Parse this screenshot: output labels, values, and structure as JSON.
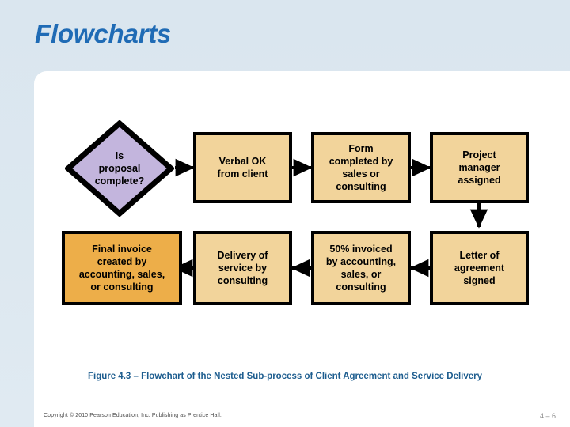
{
  "slide": {
    "title": "Flowcharts",
    "title_color": "#1F6BB5",
    "background_color": "#DCE7EF",
    "panel_color": "#FFFFFF"
  },
  "chart_data": {
    "type": "diagram",
    "subtype": "flowchart",
    "title": "Flowcharts",
    "caption": "Figure 4.3 –  Flowchart of the Nested Sub-process of Client Agreement and Service Delivery",
    "node_fill": "#F2D49B",
    "node_accent_fill": "#EDAE49",
    "decision_fill": "#C3B5DD",
    "border_color": "#000000",
    "nodes": [
      {
        "id": "n1",
        "shape": "diamond",
        "label": "Is\nproposal\ncomplete?",
        "row": 1,
        "col": 1
      },
      {
        "id": "n2",
        "shape": "rect",
        "label": "Verbal OK\nfrom client",
        "row": 1,
        "col": 2
      },
      {
        "id": "n3",
        "shape": "rect",
        "label": "Form\ncompleted by\nsales or\nconsulting",
        "row": 1,
        "col": 3
      },
      {
        "id": "n4",
        "shape": "rect",
        "label": "Project\nmanager\nassigned",
        "row": 1,
        "col": 4
      },
      {
        "id": "n5",
        "shape": "rect",
        "label": "Final invoice\ncreated by\naccounting, sales,\nor consulting",
        "row": 2,
        "col": 1,
        "accent": true
      },
      {
        "id": "n6",
        "shape": "rect",
        "label": "Delivery of\nservice by\nconsulting",
        "row": 2,
        "col": 2
      },
      {
        "id": "n7",
        "shape": "rect",
        "label": "50%  invoiced\nby accounting,\nsales, or\nconsulting",
        "row": 2,
        "col": 3
      },
      {
        "id": "n8",
        "shape": "rect",
        "label": "Letter of\nagreement\nsigned",
        "row": 2,
        "col": 4
      }
    ],
    "edges": [
      {
        "from": "n1",
        "to": "n2",
        "direction": "right"
      },
      {
        "from": "n2",
        "to": "n3",
        "direction": "right"
      },
      {
        "from": "n3",
        "to": "n4",
        "direction": "right"
      },
      {
        "from": "n4",
        "to": "n8",
        "direction": "down"
      },
      {
        "from": "n8",
        "to": "n7",
        "direction": "left"
      },
      {
        "from": "n7",
        "to": "n6",
        "direction": "left"
      },
      {
        "from": "n6",
        "to": "n5",
        "direction": "left"
      }
    ]
  },
  "nodes": {
    "decision": "Is proposal complete?",
    "verbal_ok": "Verbal OK from client",
    "form_completed": "Form completed by sales or consulting",
    "project_manager": "Project manager assigned",
    "final_invoice": "Final invoice created by accounting, sales, or consulting",
    "delivery": "Delivery of service by consulting",
    "fifty_invoiced": "50%  invoiced by accounting, sales, or consulting",
    "letter_agreement": "Letter of agreement signed"
  },
  "footer": {
    "caption": "Figure 4.3 –  Flowchart of the Nested Sub-process of Client Agreement and Service Delivery",
    "copyright": "Copyright © 2010 Pearson Education, Inc. Publishing as Prentice Hall.",
    "page_number": "4 – 6"
  }
}
